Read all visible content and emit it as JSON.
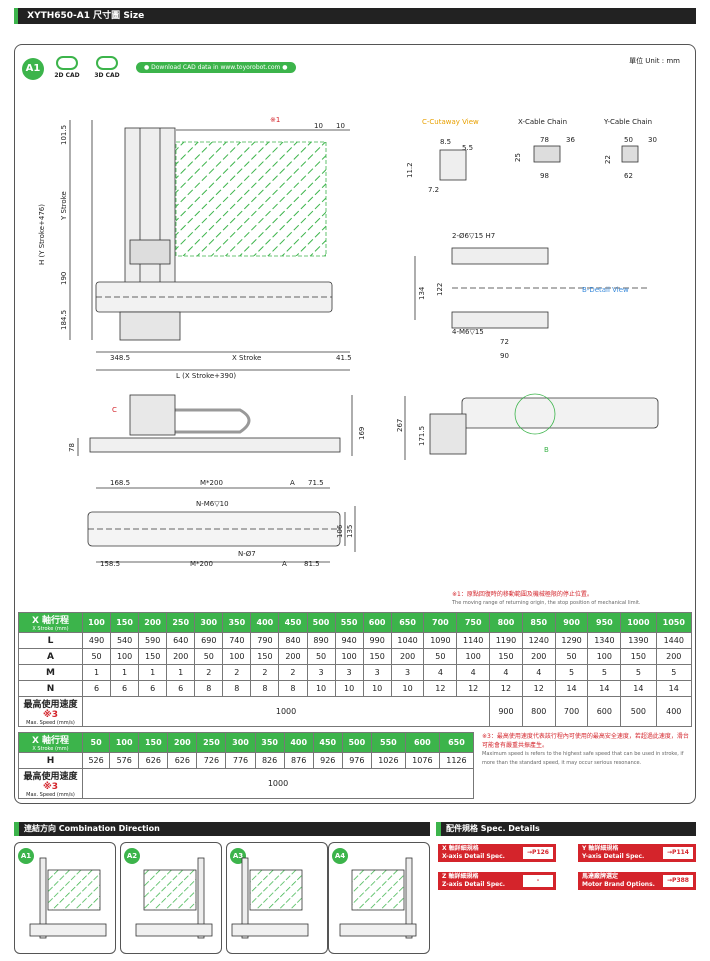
{
  "header": {
    "model": "XYTH650-A1",
    "title_cn": "尺寸圖",
    "title_en": "Size"
  },
  "top": {
    "badge": "A1",
    "cad2d": "2D CAD",
    "cad3d": "3D CAD",
    "download": "● Download CAD data in www.toyorobot.com ●",
    "unit": "單位 Unit : mm"
  },
  "drawing": {
    "note_ref": "※1",
    "top_dims": [
      "10",
      "10"
    ],
    "left_dims": [
      "101.5",
      "190",
      "184.5"
    ],
    "y_stroke": "Y Stroke",
    "h_label": "H (Y Stroke+476)",
    "bottom_dims": [
      "348.5",
      "X Stroke",
      "41.5"
    ],
    "l_label": "L (X Stroke+390)",
    "c_label": "C",
    "side_dims": [
      "78",
      "169"
    ],
    "cutaway_title": "C-Cutaway View",
    "cutaway_dims": [
      "8.5",
      "5.5",
      "11.2",
      "7.2"
    ],
    "xchain_title": "X-Cable Chain",
    "xchain_dims": [
      "78",
      "36",
      "25",
      "98"
    ],
    "ychain_title": "Y-Cable Chain",
    "ychain_dims": [
      "50",
      "30",
      "22",
      "62"
    ],
    "bdetail_holes": "2-Ø6▽15 H7",
    "bdetail_title": "B-Detail View",
    "bdetail_dims": [
      "134",
      "122",
      "72",
      "90"
    ],
    "bdetail_taps": "4-M6▽15",
    "end_dims": [
      "267",
      "171.5"
    ],
    "b_label": "B",
    "plan_dims": [
      "168.5",
      "M*200",
      "A",
      "71.5",
      "158.5",
      "M*200",
      "A",
      "81.5",
      "106",
      "135"
    ],
    "plan_taps": "N-M6▽10",
    "plan_holes": "N-Ø7"
  },
  "note1": {
    "cn": "※1：原點回復時的移動範圍及機械極限的停止位置。",
    "en": "The moving range of returning origin, the stop position of mechanical limit."
  },
  "table1": {
    "label_cn": "X 軸行程",
    "label_en": "X Stroke (mm)",
    "strokes": [
      "100",
      "150",
      "200",
      "250",
      "300",
      "350",
      "400",
      "450",
      "500",
      "550",
      "600",
      "650",
      "700",
      "750",
      "800",
      "850",
      "900",
      "950",
      "1000",
      "1050"
    ],
    "L": [
      "490",
      "540",
      "590",
      "640",
      "690",
      "740",
      "790",
      "840",
      "890",
      "940",
      "990",
      "1040",
      "1090",
      "1140",
      "1190",
      "1240",
      "1290",
      "1340",
      "1390",
      "1440"
    ],
    "A": [
      "50",
      "100",
      "150",
      "200",
      "50",
      "100",
      "150",
      "200",
      "50",
      "100",
      "150",
      "200",
      "50",
      "100",
      "150",
      "200",
      "50",
      "100",
      "150",
      "200"
    ],
    "M": [
      "1",
      "1",
      "1",
      "1",
      "2",
      "2",
      "2",
      "2",
      "3",
      "3",
      "3",
      "3",
      "4",
      "4",
      "4",
      "4",
      "5",
      "5",
      "5",
      "5"
    ],
    "N": [
      "6",
      "6",
      "6",
      "6",
      "8",
      "8",
      "8",
      "8",
      "10",
      "10",
      "10",
      "10",
      "12",
      "12",
      "12",
      "12",
      "14",
      "14",
      "14",
      "14"
    ],
    "speed_cn": "最高使用速度",
    "speed_mark": "※3",
    "speed_en": "Max. Speed (mm/s)",
    "speed_common": "1000",
    "speed_tail": [
      "900",
      "800",
      "700",
      "600",
      "500",
      "400"
    ]
  },
  "table2": {
    "label_cn": "X 軸行程",
    "label_en": "X Stroke (mm)",
    "strokes": [
      "50",
      "100",
      "150",
      "200",
      "250",
      "300",
      "350",
      "400",
      "450",
      "500",
      "550",
      "600",
      "650"
    ],
    "H": [
      "526",
      "576",
      "626",
      "626",
      "726",
      "776",
      "826",
      "876",
      "926",
      "976",
      "1026",
      "1076",
      "1126"
    ],
    "speed_cn": "最高使用速度",
    "speed_mark": "※3",
    "speed_en": "Max. Speed (mm/s)",
    "speed_common": "1000"
  },
  "note3": {
    "cn": "※3：最高使用速度代表該行程內可使用的最高安全速度，若超過此速度，滑台可能會有嚴重共振產生。",
    "en": "Maximum speed is refers to the highest safe speed that can be used in stroke, if more than the standard speed, it may occur serious resonance."
  },
  "combination": {
    "title_cn": "連結方向",
    "title_en": "Combination Direction",
    "badges": [
      "A1",
      "A2",
      "A3",
      "A4"
    ]
  },
  "spec": {
    "title_cn": "配件規格",
    "title_en": "Spec. Details",
    "cards": [
      {
        "cn": "X 軸詳細規格",
        "en": "X-axis Detail Spec.",
        "link": "→P126"
      },
      {
        "cn": "Y 軸詳細規格",
        "en": "Y-axis Detail Spec.",
        "link": "→P114"
      },
      {
        "cn": "Z 軸詳細規格",
        "en": "Z-axis Detail Spec.",
        "link": "-"
      },
      {
        "cn": "馬達廠牌選定",
        "en": "Motor Brand Options.",
        "link": "→P388"
      }
    ]
  },
  "colors": {
    "accent": "#3cb44b",
    "red": "#d4242b",
    "dark": "#222222"
  }
}
